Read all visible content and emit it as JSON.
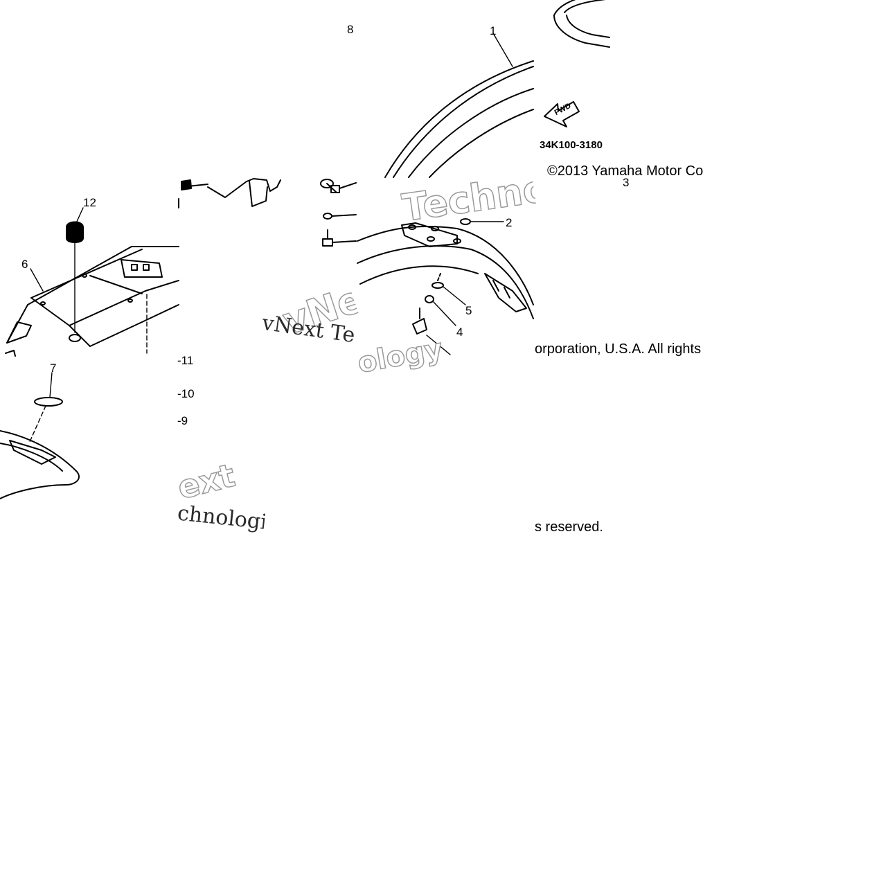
{
  "diagram": {
    "part_code": "34K100-3180",
    "fwd_label": "FWD",
    "copyright": {
      "line1": "©2013 Yamaha Motor Co",
      "line2": "orporation, U.S.A. All rights",
      "line3": "s reserved."
    },
    "callouts": {
      "c1": "1",
      "c2": "2",
      "c3": "3",
      "c4": "4",
      "c5": "5",
      "c6": "6",
      "c7": "7",
      "c8": "8",
      "c9": "-9",
      "c10": "-10",
      "c11": "-11",
      "c12": "12"
    },
    "watermarks": {
      "w1": "Techno",
      "w2": "vNe",
      "w3": "vNext Te",
      "w4": "ology",
      "w5": "ext",
      "w6": "chnologi"
    }
  }
}
